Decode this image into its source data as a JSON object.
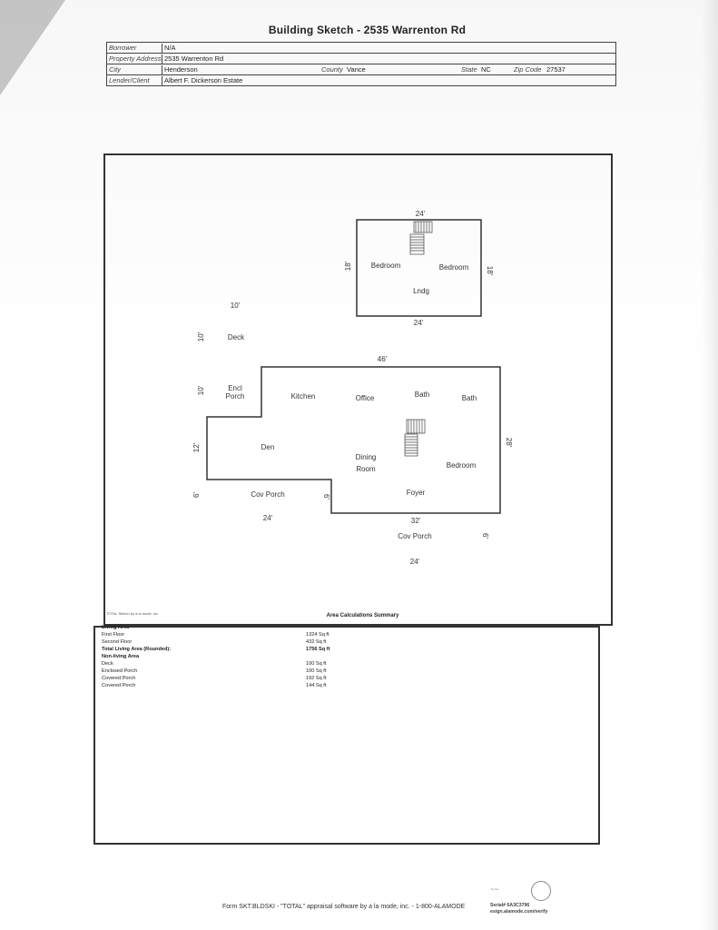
{
  "title": "Building Sketch - 2535 Warrenton Rd",
  "header": {
    "borrower_label": "Borrower",
    "borrower": "N/A",
    "address_label": "Property Address",
    "address": "2535 Warrenton Rd",
    "city_label": "City",
    "city": "Henderson",
    "county_label": "County",
    "county": "Vance",
    "state_label": "State",
    "state": "NC",
    "zip_label": "Zip Code",
    "zip": "27537",
    "lender_label": "Lender/Client",
    "lender": "Albert F. Dickerson Estate"
  },
  "sketch": {
    "upper": {
      "top": "24'",
      "bottom": "24'",
      "left": "18'",
      "right": "18'",
      "bedroom1": "Bedroom",
      "bedroom2": "Bedroom",
      "landing": "Lndg"
    },
    "deck": {
      "label": "Deck",
      "width": "10'",
      "height": "10'"
    },
    "porch_dim": "10'",
    "main": {
      "top": "46'",
      "right": "28'",
      "den_left": "12'",
      "porch_left": "6'",
      "cov_porch_dim": "6'",
      "bottom_left": "24'",
      "bottom_right": "32'",
      "encl1": "Encl",
      "encl2": "Porch",
      "kitchen": "Kitchen",
      "office": "Office",
      "bath1": "Bath",
      "bath2": "Bath",
      "den": "Den",
      "dining1": "Dining",
      "dining2": "Room",
      "bedroom": "Bedroom",
      "foyer": "Foyer",
      "cov_porch_left": "Cov Porch"
    },
    "front_porch": {
      "label": "Cov Porch",
      "dim_side": "6'",
      "dim_bottom": "24'"
    }
  },
  "summary": {
    "credit": "TOTAL Sketch by a la mode, inc",
    "title": "Area Calculations Summary",
    "rows": [
      {
        "name": "Living Area",
        "value": "",
        "header": true
      },
      {
        "name": "First Floor",
        "value": "1324 Sq ft"
      },
      {
        "name": "Second Floor",
        "value": "432 Sq ft"
      },
      {
        "name": "Total Living Area (Rounded):",
        "value": "1756 Sq ft",
        "bold": true
      },
      {
        "name": "Non-living Area",
        "value": "",
        "header": true
      },
      {
        "name": "Deck",
        "value": "100 Sq ft"
      },
      {
        "name": "Enclosed Porch",
        "value": "100 Sq ft"
      },
      {
        "name": "Covered Porch",
        "value": "192 Sq ft"
      },
      {
        "name": "Covered Porch",
        "value": "144 Sq ft"
      }
    ]
  },
  "footer": {
    "form_text": "Form SKT.BLDSKI - \"TOTAL\" appraisal software by a la mode, inc. - 1-800-ALAMODE",
    "serial": "Serial# 6A3C3796",
    "verify": "esign.alamode.com/verify"
  }
}
